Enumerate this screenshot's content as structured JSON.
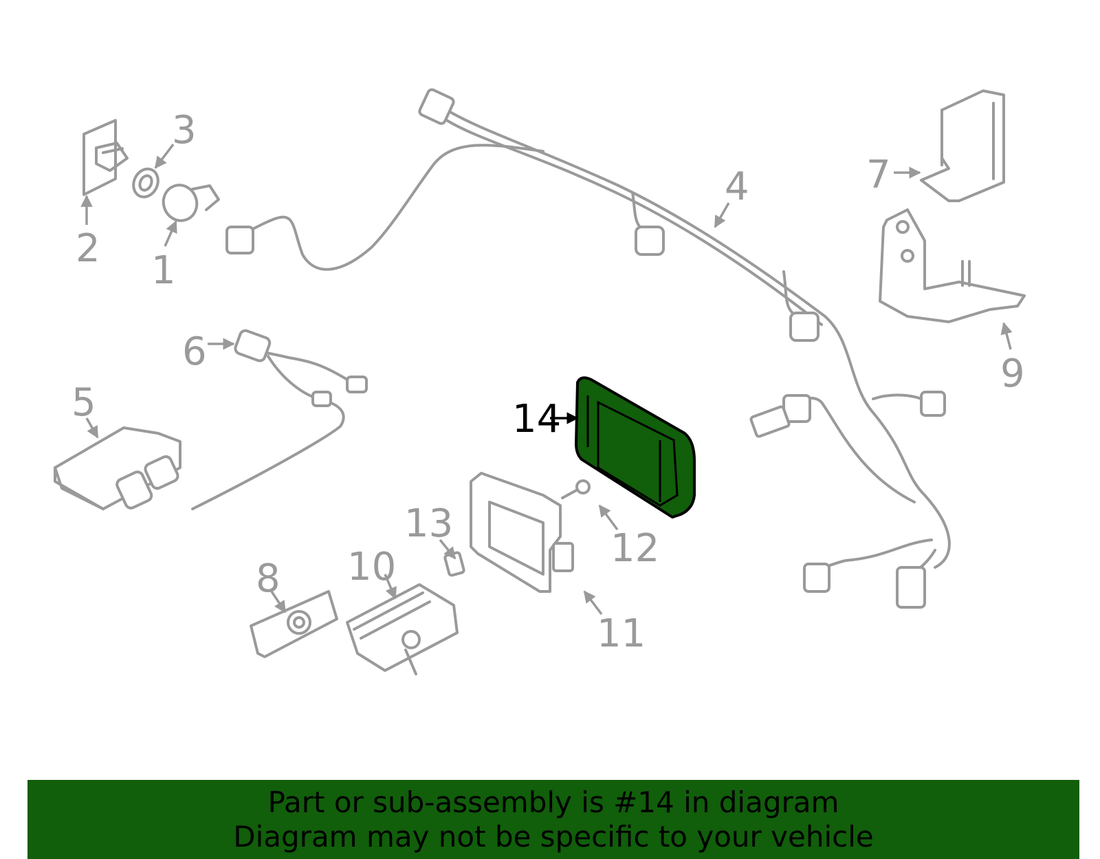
{
  "diagram": {
    "highlight_color": "#115e0b",
    "muted_color": "#9a9a9a",
    "callouts": [
      {
        "id": "1",
        "label": "1"
      },
      {
        "id": "2",
        "label": "2"
      },
      {
        "id": "3",
        "label": "3"
      },
      {
        "id": "4",
        "label": "4"
      },
      {
        "id": "5",
        "label": "5"
      },
      {
        "id": "6",
        "label": "6"
      },
      {
        "id": "7",
        "label": "7"
      },
      {
        "id": "8",
        "label": "8"
      },
      {
        "id": "9",
        "label": "9"
      },
      {
        "id": "10",
        "label": "10"
      },
      {
        "id": "11",
        "label": "11"
      },
      {
        "id": "12",
        "label": "12"
      },
      {
        "id": "13",
        "label": "13"
      },
      {
        "id": "14",
        "label": "14",
        "highlighted": true
      }
    ]
  },
  "footer": {
    "background": "#115e0b",
    "line1": "Part or sub-assembly is #14 in diagram",
    "line2": "Diagram may not be specific to your vehicle"
  }
}
